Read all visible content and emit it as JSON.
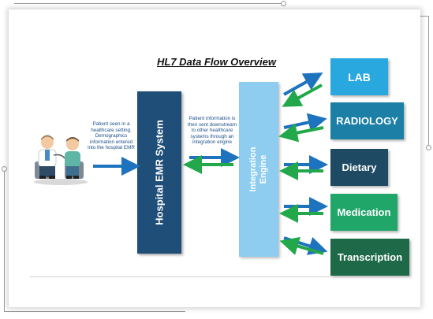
{
  "title": "HL7 Data Flow Overview",
  "left_note": "Patient seen in a healthcare setting. Demographics information entered into the hospital EMR",
  "middle_note": "Patient information is then sent downstream to other healthcare systems through an integration engine",
  "emr_label": "Hospital EMR System",
  "engine_label": "Integration Engine",
  "destinations": [
    {
      "label": "LAB",
      "color": "#29a8e0"
    },
    {
      "label": "RADIOLOGY",
      "color": "#1c7fa6"
    },
    {
      "label": "Dietary",
      "color": "#1e4a63"
    },
    {
      "label": "Medication",
      "color": "#21a66a"
    },
    {
      "label": "Transcription",
      "color": "#1e6a48"
    }
  ],
  "colors": {
    "outgoing_arrow": "#1e73be",
    "incoming_arrow": "#22a84a"
  },
  "icons": [
    "doctor-patient-illustration"
  ]
}
